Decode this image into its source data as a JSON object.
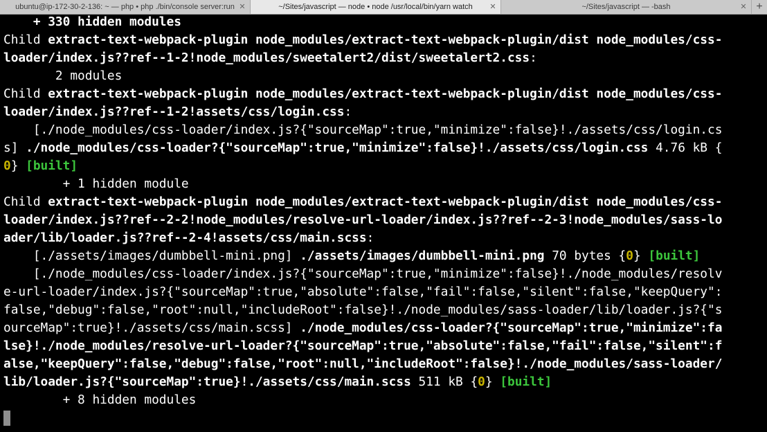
{
  "tabs": [
    {
      "label": "ubuntu@ip-172-30-2-136: ~ — php • php ./bin/console server:run",
      "close": "✕"
    },
    {
      "label": "~/Sites/javascript — node • node /usr/local/bin/yarn watch",
      "close": "✕"
    },
    {
      "label": "~/Sites/javascript — -bash",
      "close": "✕"
    }
  ],
  "new_tab_label": "+",
  "colors": {
    "yellow": "#c8b400",
    "green": "#3cc63c",
    "background": "#000000",
    "text": "#ffffff"
  },
  "terminal": {
    "lines": [
      [
        {
          "t": "    + 330 hidden modules",
          "s": "bold"
        }
      ],
      [
        {
          "t": "Child ",
          "s": ""
        },
        {
          "t": "extract-text-webpack-plugin node_modules/extract-text-webpack-plugin/dist node_modules/css-",
          "s": "bold"
        }
      ],
      [
        {
          "t": "loader/index.js??ref--1-2!node_modules/sweetalert2/dist/sweetalert2.css",
          "s": "bold"
        },
        {
          "t": ":",
          "s": ""
        }
      ],
      [
        {
          "t": "       2 modules",
          "s": ""
        }
      ],
      [
        {
          "t": "Child ",
          "s": ""
        },
        {
          "t": "extract-text-webpack-plugin node_modules/extract-text-webpack-plugin/dist node_modules/css-",
          "s": "bold"
        }
      ],
      [
        {
          "t": "loader/index.js??ref--1-2!assets/css/login.css",
          "s": "bold"
        },
        {
          "t": ":",
          "s": ""
        }
      ],
      [
        {
          "t": "    [./node_modules/css-loader/index.js?{\"sourceMap\":true,\"minimize\":false}!./assets/css/login.cs",
          "s": ""
        }
      ],
      [
        {
          "t": "s] ",
          "s": ""
        },
        {
          "t": "./node_modules/css-loader?{\"sourceMap\":true,\"minimize\":false}!./assets/css/login.css",
          "s": "bold"
        },
        {
          "t": " 4.76 kB {",
          "s": ""
        }
      ],
      [
        {
          "t": "0",
          "s": "yellow"
        },
        {
          "t": "} ",
          "s": ""
        },
        {
          "t": "[built]",
          "s": "green"
        }
      ],
      [
        {
          "t": "        + 1 hidden module",
          "s": ""
        }
      ],
      [
        {
          "t": "Child ",
          "s": ""
        },
        {
          "t": "extract-text-webpack-plugin node_modules/extract-text-webpack-plugin/dist node_modules/css-",
          "s": "bold"
        }
      ],
      [
        {
          "t": "loader/index.js??ref--2-2!node_modules/resolve-url-loader/index.js??ref--2-3!node_modules/sass-lo",
          "s": "bold"
        }
      ],
      [
        {
          "t": "ader/lib/loader.js??ref--2-4!assets/css/main.scss",
          "s": "bold"
        },
        {
          "t": ":",
          "s": ""
        }
      ],
      [
        {
          "t": "    [./assets/images/dumbbell-mini.png] ",
          "s": ""
        },
        {
          "t": "./assets/images/dumbbell-mini.png",
          "s": "bold"
        },
        {
          "t": " 70 bytes {",
          "s": ""
        },
        {
          "t": "0",
          "s": "yellow"
        },
        {
          "t": "} ",
          "s": ""
        },
        {
          "t": "[built]",
          "s": "green"
        }
      ],
      [
        {
          "t": "    [./node_modules/css-loader/index.js?{\"sourceMap\":true,\"minimize\":false}!./node_modules/resolv",
          "s": ""
        }
      ],
      [
        {
          "t": "e-url-loader/index.js?{\"sourceMap\":true,\"absolute\":false,\"fail\":false,\"silent\":false,\"keepQuery\":",
          "s": ""
        }
      ],
      [
        {
          "t": "false,\"debug\":false,\"root\":null,\"includeRoot\":false}!./node_modules/sass-loader/lib/loader.js?{\"s",
          "s": ""
        }
      ],
      [
        {
          "t": "ourceMap\":true}!./assets/css/main.scss] ",
          "s": ""
        },
        {
          "t": "./node_modules/css-loader?{\"sourceMap\":true,\"minimize\":fa",
          "s": "bold"
        }
      ],
      [
        {
          "t": "lse}!./node_modules/resolve-url-loader?{\"sourceMap\":true,\"absolute\":false,\"fail\":false,\"silent\":f",
          "s": "bold"
        }
      ],
      [
        {
          "t": "alse,\"keepQuery\":false,\"debug\":false,\"root\":null,\"includeRoot\":false}!./node_modules/sass-loader/",
          "s": "bold"
        }
      ],
      [
        {
          "t": "lib/loader.js?{\"sourceMap\":true}!./assets/css/main.scss",
          "s": "bold"
        },
        {
          "t": " 511 kB {",
          "s": ""
        },
        {
          "t": "0",
          "s": "yellow"
        },
        {
          "t": "} ",
          "s": ""
        },
        {
          "t": "[built]",
          "s": "green"
        }
      ],
      [
        {
          "t": "        + 8 hidden modules",
          "s": ""
        }
      ]
    ]
  }
}
